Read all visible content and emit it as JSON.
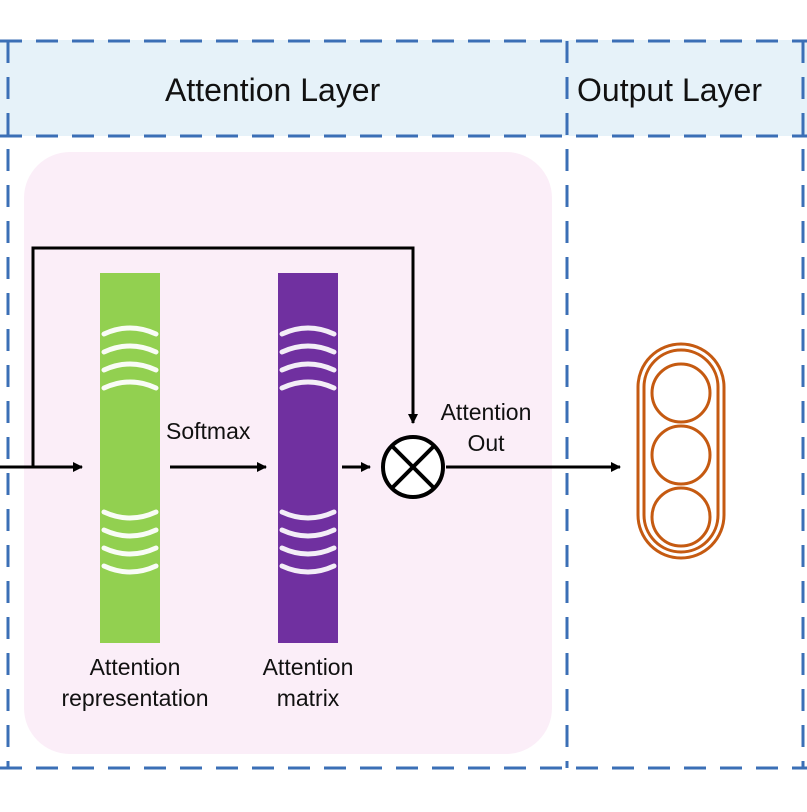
{
  "sections": {
    "attention": {
      "title": "Attention Layer"
    },
    "output": {
      "title": "Output Layer"
    }
  },
  "blocks": {
    "representation": {
      "line1": "Attention",
      "line2": "representation"
    },
    "matrix": {
      "line1": "Attention",
      "line2": "matrix"
    }
  },
  "operations": {
    "softmax": "Softmax",
    "attention_out": {
      "line1": "Attention",
      "line2": "Out"
    }
  },
  "colors": {
    "header_fill": "#e6f2f9",
    "border_dash": "#3b6fb6",
    "panel_fill": "#fbeef8",
    "representation_bar": "#92d050",
    "matrix_bar": "#7030a0",
    "output_node": "#c55a11",
    "arrow": "#000000"
  },
  "icons": {
    "multiply": "circled-times-icon",
    "output": "neuron-column-icon"
  }
}
